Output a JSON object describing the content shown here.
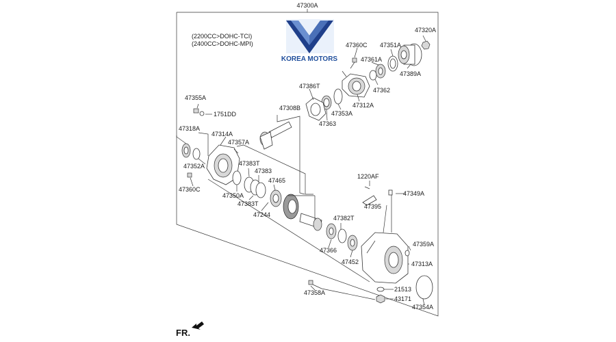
{
  "assembly_label": "47300A",
  "notes": [
    "(2200CC>DOHC-TCI)",
    "(2400CC>DOHC-MPI)"
  ],
  "logo": {
    "text": "KOREA MOTORS",
    "text_color": "#1f4e9c",
    "mark_color_dark": "#1f3f8a",
    "mark_color_light": "#6a8fd0"
  },
  "front_marker": "FR.",
  "parts": {
    "p47320A": "47320A",
    "p47360C_top": "47360C",
    "p47351A": "47351A",
    "p47361A": "47361A",
    "p47389A": "47389A",
    "p47362": "47362",
    "p47386T": "47386T",
    "p47312A": "47312A",
    "p47353A": "47353A",
    "p47363": "47363",
    "p47308B": "47308B",
    "p47355A": "47355A",
    "p1751DD": "1751DD",
    "p47318A": "47318A",
    "p47314A": "47314A",
    "p47357A": "47357A",
    "p47383T_a": "47383T",
    "p47383": "47383",
    "p47352A": "47352A",
    "p47360C_left": "47360C",
    "p47465": "47465",
    "p47350A": "47350A",
    "p47383T_b": "47383T",
    "p47244": "47244",
    "p1220AF": "1220AF",
    "p47349A": "47349A",
    "p47395": "47395",
    "p47382T": "47382T",
    "p47366": "47366",
    "p47452": "47452",
    "p47359A": "47359A",
    "p47313A": "47313A",
    "p47358A": "47358A",
    "p21513": "21513",
    "p43171": "43171",
    "p47354A": "47354A"
  }
}
